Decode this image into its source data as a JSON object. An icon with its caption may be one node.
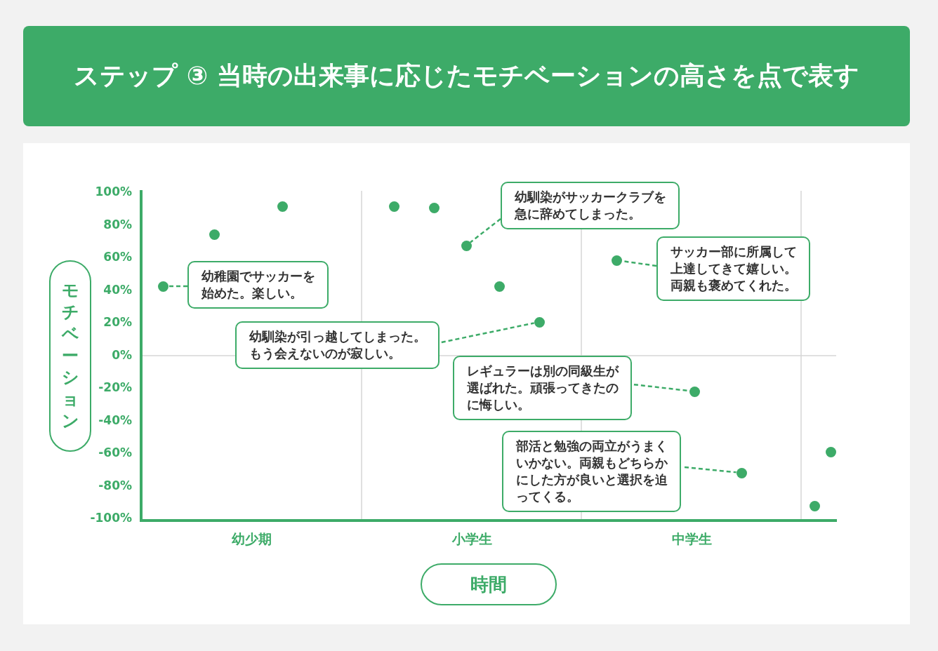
{
  "diagram": {
    "title": "ステップ ③ 当時の出来事に応じたモチベーションの高さを点で表す",
    "nodes": [
      {
        "text": [
          "モチベーション"
        ]
      },
      {
        "text": [
          "時間"
        ]
      },
      {
        "text": [
          "幼稚園でサッカーを始めた。楽しい。"
        ]
      },
      {
        "text": [
          "幼馴染が引っ越してしまった。もう会えないのが寂しい。"
        ]
      },
      {
        "text": [
          "幼馴染がサッカークラブを急に辞めてしまった。"
        ]
      },
      {
        "text": [
          "サッカー部に所属して上達してきて嬉しい。両親も褒めてくれた。"
        ]
      },
      {
        "text": [
          "レギュラーは別の同級生が選ばれた。頑張ってきたのに悔しい。"
        ]
      },
      {
        "text": [
          "部活と勉強の両立がうまくいかない。両親もどちらかにした方が良いと選択を迫ってくる。"
        ]
      },
      {
        "text": [],
        "shape": "circle"
      },
      {
        "text": [],
        "shape": "circle"
      },
      {
        "text": [],
        "shape": "circle"
      },
      {
        "text": [],
        "shape": "circle"
      },
      {
        "text": [],
        "shape": "circle"
      },
      {
        "text": [],
        "shape": "circle"
      },
      {
        "text": [],
        "shape": "circle"
      },
      {
        "text": [],
        "shape": "circle"
      },
      {
        "text": [],
        "shape": "circle"
      },
      {
        "text": [],
        "shape": "circle"
      },
      {
        "text": [],
        "shape": "circle"
      },
      {
        "text": [],
        "shape": "circle"
      },
      {
        "text": [],
        "shape": "circle"
      }
    ],
    "edges": [
      {
        "from": 2,
        "to": 8,
        "arrow": "none",
        "style": "dashed"
      },
      {
        "from": 3,
        "to": 15,
        "arrow": "none",
        "style": "dashed"
      },
      {
        "from": 4,
        "to": 13,
        "arrow": "none",
        "style": "dashed"
      },
      {
        "from": 5,
        "to": 16,
        "arrow": "none",
        "style": "dashed"
      },
      {
        "from": 6,
        "to": 17,
        "arrow": "none",
        "style": "dashed"
      },
      {
        "from": 7,
        "to": 18,
        "arrow": "none",
        "style": "dashed"
      }
    ],
    "labels": [
      "100%",
      "80%",
      "60%",
      "40%",
      "20%",
      "0%",
      "-20%",
      "-40%",
      "-60%",
      "-80%",
      "-100%",
      "幼少期",
      "小学生",
      "中学生"
    ]
  }
}
